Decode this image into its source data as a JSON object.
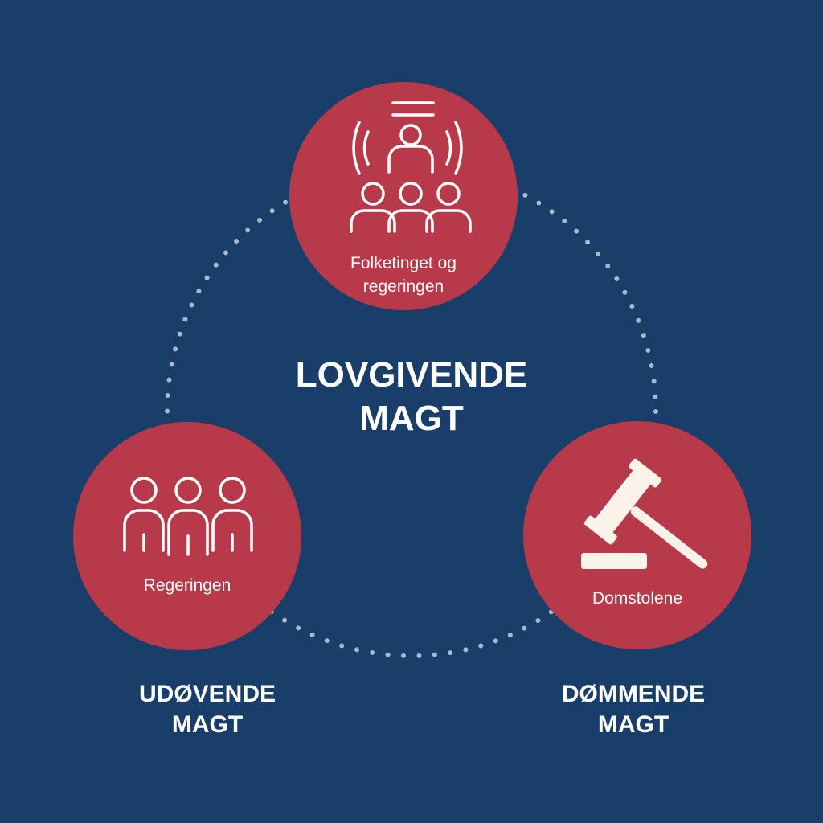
{
  "center": {
    "line1": "LOVGIVENDE",
    "line2": "MAGT"
  },
  "nodes": {
    "top": {
      "label_line1": "Folketinget og",
      "label_line2": "regeringen",
      "icon": "parliament-assembly-icon"
    },
    "left": {
      "label": "Regeringen",
      "icon": "people-group-icon"
    },
    "right": {
      "label": "Domstolene",
      "icon": "gavel-icon"
    }
  },
  "powers": {
    "left": {
      "line1": "UDØVENDE",
      "line2": "MAGT"
    },
    "right": {
      "line1": "DØMMENDE",
      "line2": "MAGT"
    }
  },
  "colors": {
    "background": "#1a3e6a",
    "circle": "#b83949",
    "text": "#ffffff",
    "dots": "#a9b9cc"
  }
}
